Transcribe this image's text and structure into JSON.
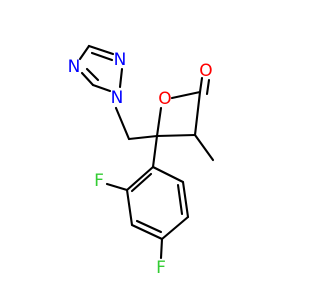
{
  "molecule": {
    "atoms": {
      "triazole_n2": {
        "symbol": "N",
        "color": "#0000ff"
      },
      "triazole_n4": {
        "symbol": "N",
        "color": "#0000ff"
      },
      "triazole_n1": {
        "symbol": "N",
        "color": "#0000ff"
      },
      "ring_oxygen": {
        "symbol": "O",
        "color": "#ff0000"
      },
      "carbonyl_oxygen": {
        "symbol": "O",
        "color": "#ff0000"
      },
      "fluorine_ortho": {
        "symbol": "F",
        "color": "#33cc33"
      },
      "fluorine_para": {
        "symbol": "F",
        "color": "#33cc33"
      }
    },
    "bond_color": "#000000",
    "background": "#ffffff"
  }
}
